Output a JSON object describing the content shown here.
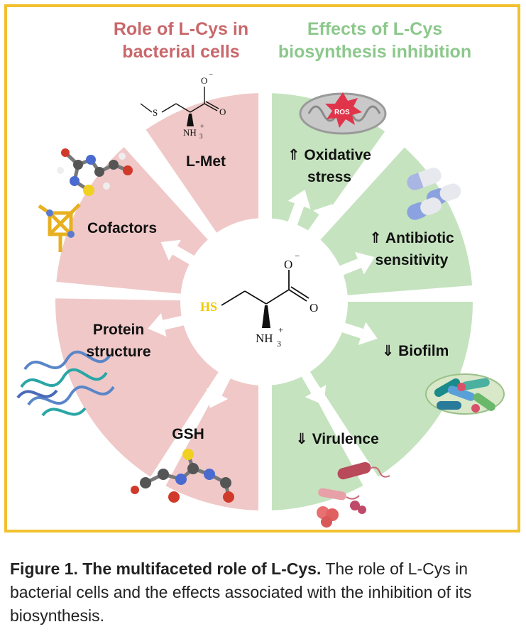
{
  "headers": {
    "left": "Role of L-Cys in bacterial cells",
    "right": "Effects of L-Cys biosynthesis inhibition"
  },
  "left_segments": {
    "met": "L-Met",
    "cofactors": "Cofactors",
    "protein": "Protein structure",
    "gsh": "GSH"
  },
  "right_segments": {
    "oxidative": "⇑ Oxidative stress",
    "antibiotic": "⇑ Antibiotic sensitivity",
    "biofilm": "⇓ Biofilm",
    "virulence": "⇓ Virulence"
  },
  "center_molecule": {
    "hs": "HS",
    "o_minus": "O",
    "o_minus_charge": "−",
    "o": "O",
    "nh3": "NH",
    "nh3_sub": "3",
    "nh3_charge": "+"
  },
  "met_molecule": {
    "s": "S",
    "o_minus": "O",
    "o_minus_charge": "−",
    "o": "O",
    "nh3": "NH",
    "nh3_sub": "3",
    "nh3_charge": "+"
  },
  "mito_label": "ROS",
  "caption": {
    "bold": "Figure 1. The multifaceted role of L-Cys.",
    "text": " The role of L-Cys in bacterial cells and the effects associated with the inhibition of its biosynthesis."
  },
  "colors": {
    "frame": "#f2c12e",
    "left_segment": "#f0c8c8",
    "right_segment": "#c5e3bf",
    "left_header": "#c9676b",
    "right_header": "#8cc88c",
    "hs": "#f0c800"
  }
}
